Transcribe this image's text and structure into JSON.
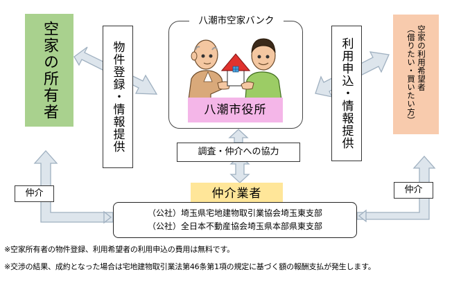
{
  "owner": {
    "label": "空家の所有者"
  },
  "seeker": {
    "label": "空家の利用希望者\n（借りたい・買いたい方）"
  },
  "registration": {
    "label": "物件登録・情報提供"
  },
  "application": {
    "label": "利用申込・情報提供"
  },
  "bank": {
    "title": "八潮市空家バンク",
    "city_hall": "八潮市役所"
  },
  "cooperation": {
    "label": "調査・仲介への協力"
  },
  "agent": {
    "label": "仲介業者"
  },
  "associations": [
    "（公社）埼玉県宅地建物取引業協会埼玉東支部",
    "（公社）全日本不動産協会埼玉県本部県東支部"
  ],
  "mediate_left": "仲介",
  "mediate_right": "仲介",
  "notes": [
    "※空家所有者の物件登録、利用希望者の利用申込の費用は無料です。",
    "※交渉の結果、成約となった場合は宅地建物取引業法第46条第1項の規定に基づく額の報酬支払が発生します。"
  ],
  "colors": {
    "owner": "#a9d18e",
    "seeker": "#f8cbad",
    "city_hall": "#f4b6e8",
    "agent": "#ffe699",
    "arrow_fill": "#dde5ec",
    "arrow_stroke": "#9fb0c0"
  }
}
